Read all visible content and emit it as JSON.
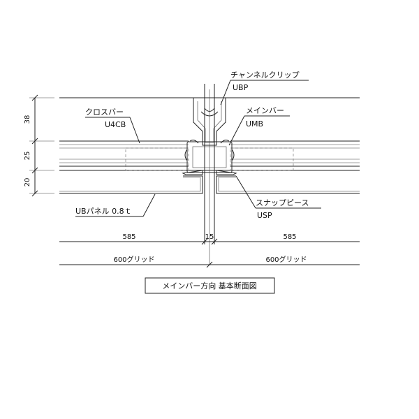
{
  "labels": {
    "channel_clip": {
      "name": "チャンネルクリップ",
      "code": "UBP"
    },
    "cross_bar": {
      "name": "クロスバー",
      "code": "U4CB"
    },
    "main_bar": {
      "name": "メインバー",
      "code": "UMB"
    },
    "panel": {
      "name": "UBパネル  0.8ｔ"
    },
    "snap_piece": {
      "name": "スナップピース",
      "code": "USP"
    }
  },
  "dimensions": {
    "vertical": [
      "38",
      "25",
      "20"
    ],
    "left_span": "585",
    "center_gap": "15",
    "right_span": "585",
    "grid_left": "600グリッド",
    "grid_right": "600グリッド"
  },
  "caption": "メインバー方向 基本断面図"
}
